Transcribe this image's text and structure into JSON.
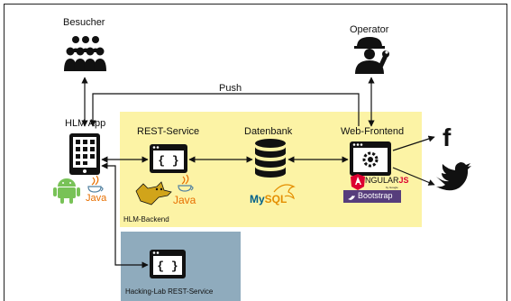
{
  "nodes": {
    "visitor": "Besucher",
    "operator": "Operator",
    "app": "HLM App",
    "rest": "REST-Service",
    "db": "Datenbank",
    "web": "Web-Frontend"
  },
  "edges": {
    "push": "Push"
  },
  "zones": {
    "backend": "HLM-Backend",
    "hackinglab": "Hacking-Lab REST-Service"
  },
  "tech": {
    "java": "Java",
    "mysql_a": "My",
    "mysql_b": "SQL",
    "angular_a": "NGULAR",
    "angular_b": "JS",
    "google": "by Google",
    "bootstrap": "Bootstrap"
  },
  "colors": {
    "backend_zone": "#fcf3a5",
    "hackinglab_zone": "#8fabbd",
    "android": "#78c257",
    "java": "#e76f00",
    "mysql": "#00618a",
    "angular": "#dd0031",
    "bootstrap": "#563d7c"
  }
}
